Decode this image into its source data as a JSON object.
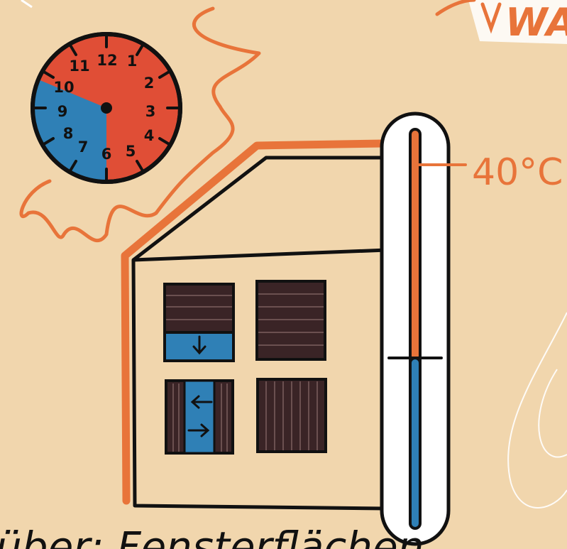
{
  "clock": {
    "numbers": [
      "12",
      "1",
      "2",
      "3",
      "4",
      "5",
      "6",
      "7",
      "8",
      "9",
      "10",
      "11"
    ]
  },
  "thermometer": {
    "reading": "40°C"
  },
  "banner": {
    "partial_text": "WA"
  },
  "bottom_caption": {
    "partial_text": "über: Fensterflächen"
  },
  "colors": {
    "background": "#f1d6ad",
    "accent_orange": "#e8743a",
    "clock_red": "#e04e36",
    "cool_blue": "#2f80b6",
    "shutter_brown": "#3a2426",
    "outline": "#111111"
  },
  "icons": [
    "sun-icon",
    "clock-icon",
    "house-icon",
    "thermometer-icon",
    "shutter-down-arrow-icon",
    "shutter-sideways-arrows-icon"
  ]
}
